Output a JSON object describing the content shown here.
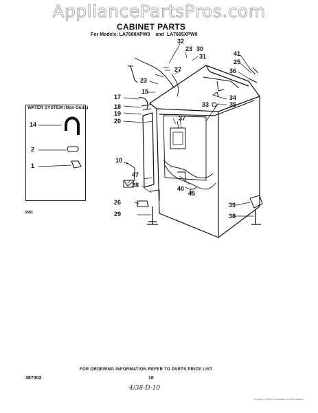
{
  "watermark": "AppliancePartsPros.com",
  "title": "CABINET PARTS",
  "models": {
    "prefix": "For Models: LA7680XPW0",
    "conj": "and",
    "second": "LA7685XPW0"
  },
  "water_system_label": "WATER SYSTEM (Non-Suds)",
  "callouts": [
    {
      "id": "32",
      "text": "32"
    },
    {
      "id": "23a",
      "text": "23"
    },
    {
      "id": "30",
      "text": "30"
    },
    {
      "id": "31",
      "text": "31"
    },
    {
      "id": "27",
      "text": "27"
    },
    {
      "id": "41",
      "text": "41"
    },
    {
      "id": "25",
      "text": "25"
    },
    {
      "id": "36",
      "text": "36"
    },
    {
      "id": "23b",
      "text": "23"
    },
    {
      "id": "15",
      "text": "15"
    },
    {
      "id": "17",
      "text": "17"
    },
    {
      "id": "34",
      "text": "34"
    },
    {
      "id": "35",
      "text": "35"
    },
    {
      "id": "18",
      "text": "18"
    },
    {
      "id": "19",
      "text": "19"
    },
    {
      "id": "33",
      "text": "33"
    },
    {
      "id": "20",
      "text": "20"
    },
    {
      "id": "37",
      "text": "37"
    },
    {
      "id": "14",
      "text": "14"
    },
    {
      "id": "2",
      "text": "2"
    },
    {
      "id": "1",
      "text": "1"
    },
    {
      "id": "10",
      "text": "10"
    },
    {
      "id": "47",
      "text": "47"
    },
    {
      "id": "40",
      "text": "40"
    },
    {
      "id": "45",
      "text": "45"
    },
    {
      "id": "28",
      "text": "28"
    },
    {
      "id": "26",
      "text": "26"
    },
    {
      "id": "29",
      "text": "29"
    },
    {
      "id": "39",
      "text": "39"
    },
    {
      "id": "38",
      "text": "38"
    }
  ],
  "figure_code": "3581",
  "footer_note": "FOR ORDERING INFORMATION REFER TO PARTS PRICE LIST",
  "part_number": "387002",
  "page_number": "10",
  "handwritten": "4/38-D-10",
  "copyright": "Copyright © Whirlpool Corporation. All rights reserved."
}
